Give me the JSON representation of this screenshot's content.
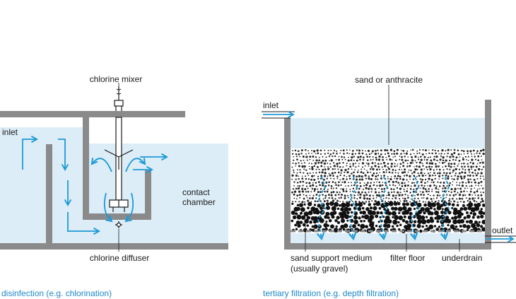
{
  "colors": {
    "water": "#dcedf7",
    "wall": "#8a8a8a",
    "flow": "#1e9ad6",
    "caption": "#1e88c8",
    "ink": "#1a1a1a"
  },
  "disinfection": {
    "labels": {
      "chlorine_mixer": "chlorine mixer",
      "inlet": "inlet",
      "contact": "contact",
      "chamber": "chamber",
      "chlorine_diffuser": "chlorine diffuser"
    },
    "caption": "disinfection (e.g. chlorination)"
  },
  "filtration": {
    "labels": {
      "sand_or_anthracite": "sand or anthracite",
      "inlet": "inlet",
      "outlet": "outlet",
      "support_medium_line1": "sand support medium",
      "support_medium_line2": "(usually gravel)",
      "filter_floor": "filter floor",
      "underdrain": "underdrain"
    },
    "caption": "tertiary filtration (e.g. depth filtration)"
  },
  "icons": {
    "mixer": "mixer-icon",
    "diffuser": "diffuser-icon",
    "flow_arrow": "flow-arrow-icon"
  }
}
